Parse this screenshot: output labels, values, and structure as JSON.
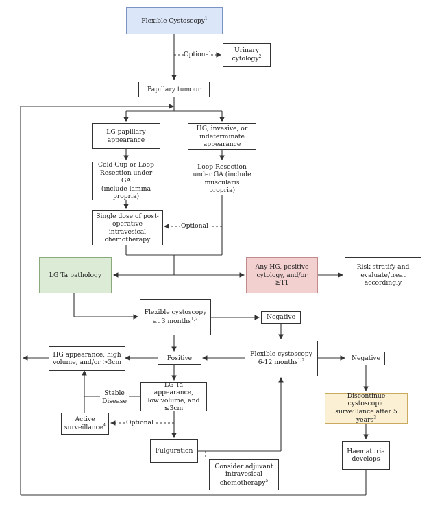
{
  "colors": {
    "line": "#333333",
    "start_fill": "#dbe6f8",
    "start_border": "#7a92c4",
    "lg_fill": "#dcebd6",
    "lg_border": "#8aaa7c",
    "hg_fill": "#f3d0d0",
    "hg_border": "#c28a8a",
    "discontinue_fill": "#fbf0d3",
    "discontinue_border": "#c9aa5e"
  },
  "nodes": {
    "flexible_cystoscopy": {
      "text": "Flexible Cystoscopy",
      "sup": "1"
    },
    "urinary_cytology": {
      "text": "Urinary\ncytology",
      "sup": "2"
    },
    "papillary_tumour": {
      "text": "Papillary tumour"
    },
    "lg_papillary": {
      "text": "LG papillary\nappearance"
    },
    "hg_invasive": {
      "text": "HG, invasive, or\nindeterminate\nappearance"
    },
    "cold_cup": {
      "text": "Cold Cup or Loop\nResection under GA\n(include lamina\npropria)"
    },
    "loop_resection": {
      "text": "Loop Resection\nunder GA (include\nmuscularis propria)"
    },
    "single_dose": {
      "text": "Single dose of post-\noperative intravesical\nchemotherapy"
    },
    "lg_ta_pathology": {
      "text": "LG Ta pathology"
    },
    "any_hg": {
      "text": "Any HG, positive\ncytology, and/or ≥T1"
    },
    "risk_stratify": {
      "text": "Risk stratify and\nevaluate/treat\naccordingly"
    },
    "cysto_3m": {
      "text": "Flexible cystoscopy\nat 3 months",
      "sup": "1,2"
    },
    "negative_1": {
      "text": "Negative"
    },
    "hg_appearance": {
      "text": "HG appearance, high\nvolume, and/or >3cm"
    },
    "positive": {
      "text": "Positive"
    },
    "cysto_6_12": {
      "text": "Flexible cystoscopy\n6-12 months",
      "sup": "1,2"
    },
    "negative_2": {
      "text": "Negative"
    },
    "lg_ta_appearance": {
      "text": "LG Ta appearance,\nlow volume, and\n≤3cm"
    },
    "active_surveillance": {
      "text": "Active\nsurveillance",
      "sup": "4"
    },
    "discontinue": {
      "text": "Discontinue cystoscopic\nsurveillance after 5\nyears",
      "sup": "3"
    },
    "fulguration": {
      "text": "Fulguration"
    },
    "haematuria": {
      "text": "Haematuria\ndevelops"
    },
    "consider_adjuvant": {
      "text": "Consider adjuvant\nintravesical\nchemotherapy",
      "sup": "5"
    }
  },
  "edge_labels": {
    "optional_1": "Optional",
    "optional_2": "Optional",
    "optional_3": "Optional",
    "stable_disease": "Stable\nDisease"
  }
}
